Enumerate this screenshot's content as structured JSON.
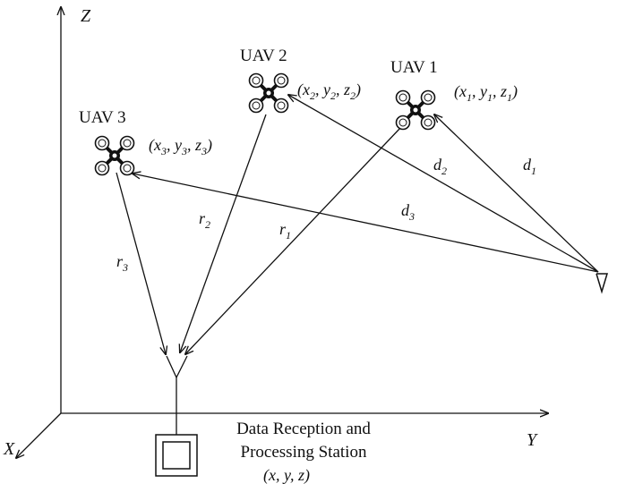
{
  "axes": {
    "z": "Z",
    "y": "Y",
    "x": "X"
  },
  "uavs": [
    {
      "name": "UAV 1",
      "coord_text": "(x",
      "coord_sub": "1",
      "coord_parts": [
        "(x",
        "1",
        ", y",
        "1",
        ", z",
        "1",
        ")"
      ]
    },
    {
      "name": "UAV 2",
      "coord_parts": [
        "(x",
        "2",
        ", y",
        "2",
        ", z",
        "2",
        ")"
      ]
    },
    {
      "name": "UAV 3",
      "coord_parts": [
        "(x",
        "3",
        ", y",
        "3",
        ", z",
        "3",
        ")"
      ]
    }
  ],
  "distances": {
    "r1": [
      "r",
      "1"
    ],
    "r2": [
      "r",
      "2"
    ],
    "r3": [
      "r",
      "3"
    ],
    "d1": [
      "d",
      "1"
    ],
    "d2": [
      "d",
      "2"
    ],
    "d3": [
      "d",
      "3"
    ]
  },
  "station": {
    "line1": "Data Reception and",
    "line2": "Processing Station",
    "coords": "(x, y, z)"
  }
}
